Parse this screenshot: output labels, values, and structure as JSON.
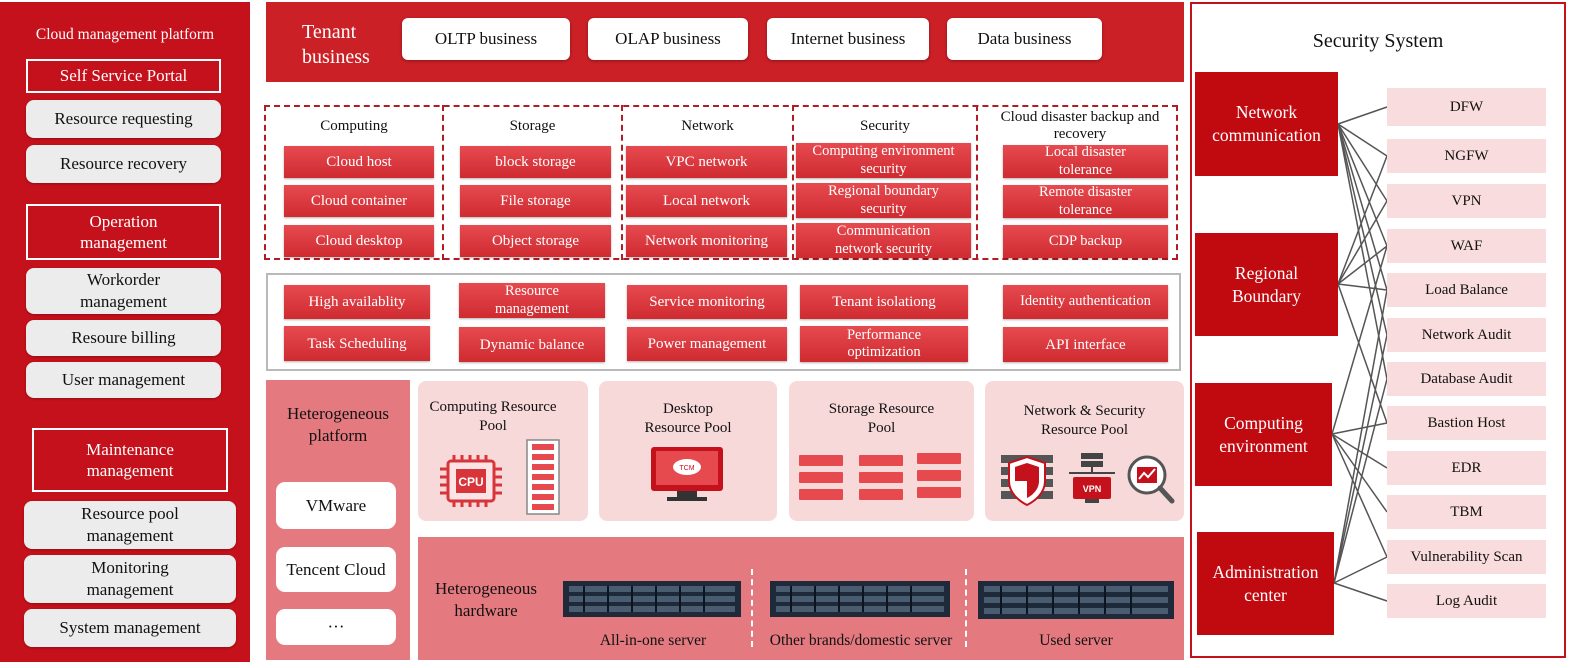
{
  "left_panel": {
    "title": "Cloud management platform",
    "sections": [
      {
        "heading": "Self Service Portal",
        "items": [
          "Resource requesting",
          "Resource recovery"
        ]
      },
      {
        "heading": "Operation management",
        "items": [
          "Workorder management",
          "Resoure billing",
          "User management"
        ]
      },
      {
        "heading": "Maintenance management",
        "items": [
          "Resource pool management",
          "Monitoring management",
          "System management"
        ]
      }
    ]
  },
  "tenant": {
    "label": "Tenant business",
    "buttons": [
      "OLTP business",
      "OLAP business",
      "Internet business",
      "Data business"
    ]
  },
  "capabilities": [
    {
      "title": "Computing",
      "items": [
        "Cloud host",
        "Cloud container",
        "Cloud desktop"
      ]
    },
    {
      "title": "Storage",
      "items": [
        "block storage",
        "File storage",
        "Object storage"
      ]
    },
    {
      "title": "Network",
      "items": [
        "VPC network",
        "Local network",
        "Network monitoring"
      ]
    },
    {
      "title": "Security",
      "items": [
        "Computing environment security",
        "Regional boundary security",
        "Communication network security"
      ]
    },
    {
      "title": "Cloud disaster backup and recovery",
      "items": [
        "Local disaster tolerance",
        "Remote disaster tolerance",
        "CDP backup"
      ]
    }
  ],
  "services": [
    [
      "High availablity",
      "Task Scheduling"
    ],
    [
      "Resource management",
      "Dynamic balance"
    ],
    [
      "Service monitoring",
      "Power management"
    ],
    [
      "Tenant isolationg",
      "Performance optimization"
    ],
    [
      "Identity authentication",
      "API interface"
    ]
  ],
  "heterogeneous_platform": {
    "label": "Heterogeneous platform",
    "items": [
      "VMware",
      "Tencent Cloud",
      "···"
    ]
  },
  "resource_pools": [
    {
      "title": "Computing Resource Pool",
      "icon": "cpu-icon"
    },
    {
      "title": "Desktop Resource Pool",
      "icon": "monitor-icon"
    },
    {
      "title": "Storage Resource Pool",
      "icon": "storage-stack-icon"
    },
    {
      "title": "Network & Security Resource Pool",
      "icon": "firewall-shield-vpn-icon"
    }
  ],
  "heterogeneous_hardware": {
    "label": "Heterogeneous hardware",
    "servers": [
      "All-in-one server",
      "Other brands/domestic server",
      "Used server"
    ]
  },
  "security_system": {
    "title": "Security System",
    "categories": [
      "Network communication",
      "Regional Boundary",
      "Computing environment",
      "Administration center"
    ],
    "items": [
      "DFW",
      "NGFW",
      "VPN",
      "WAF",
      "Load Balance",
      "Network Audit",
      "Database Audit",
      "Bastion Host",
      "EDR",
      "TBM",
      "Vulnerability Scan",
      "Log Audit"
    ]
  },
  "colors": {
    "primary_red": "#c4111b",
    "chip_red": "#d8353b",
    "pink": "#f9dcdd",
    "mid_red": "#e47a7f"
  }
}
